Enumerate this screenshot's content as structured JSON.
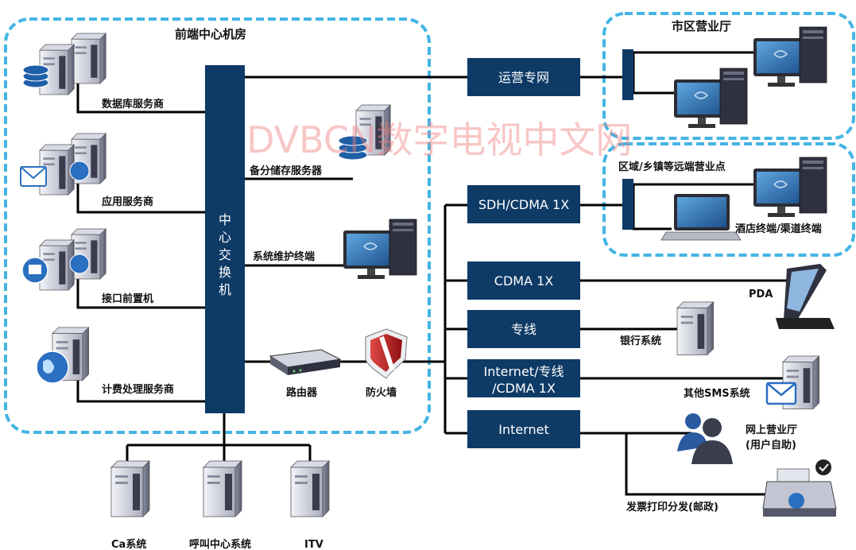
{
  "groups": {
    "frontend": "前端中心机房",
    "city_hall": "市区营业厅",
    "remote_points": "区域/乡镇等远端营业点"
  },
  "switch_label": "中心交换机",
  "servers": {
    "database": "数据库服务商",
    "application": "应用服务商",
    "interface": "接口前置机",
    "billing": "计费处理服务商",
    "backup": "备分储存服务器",
    "maintenance": "系统维护终端"
  },
  "network": {
    "router": "路由器",
    "firewall": "防火墙"
  },
  "bottom_systems": [
    "Ca系统",
    "呼叫中心系统",
    "ITV"
  ],
  "links": {
    "operations": "运营专网",
    "sdh": "SDH/CDMA 1X",
    "cdma": "CDMA 1X",
    "leased": "专线",
    "internet_leased_line1": "Internet/专线",
    "internet_leased_line2": "/CDMA 1X",
    "internet": "Internet"
  },
  "endpoints": {
    "hotel_terminal": "酒店终端/渠道终端",
    "pda": "PDA",
    "bank": "银行系统",
    "sms": "其他SMS系统",
    "online_hall_line1": "网上营业厅",
    "online_hall_line2": "(用户自助)",
    "invoice": "发票打印分发(邮政)"
  },
  "watermark": "DVBCN数字电视中文网",
  "colors": {
    "dashed_border": "#44b4e4",
    "link_box": "#0e3a66",
    "switch": "#0e3a66",
    "watermark": "#f08080"
  }
}
